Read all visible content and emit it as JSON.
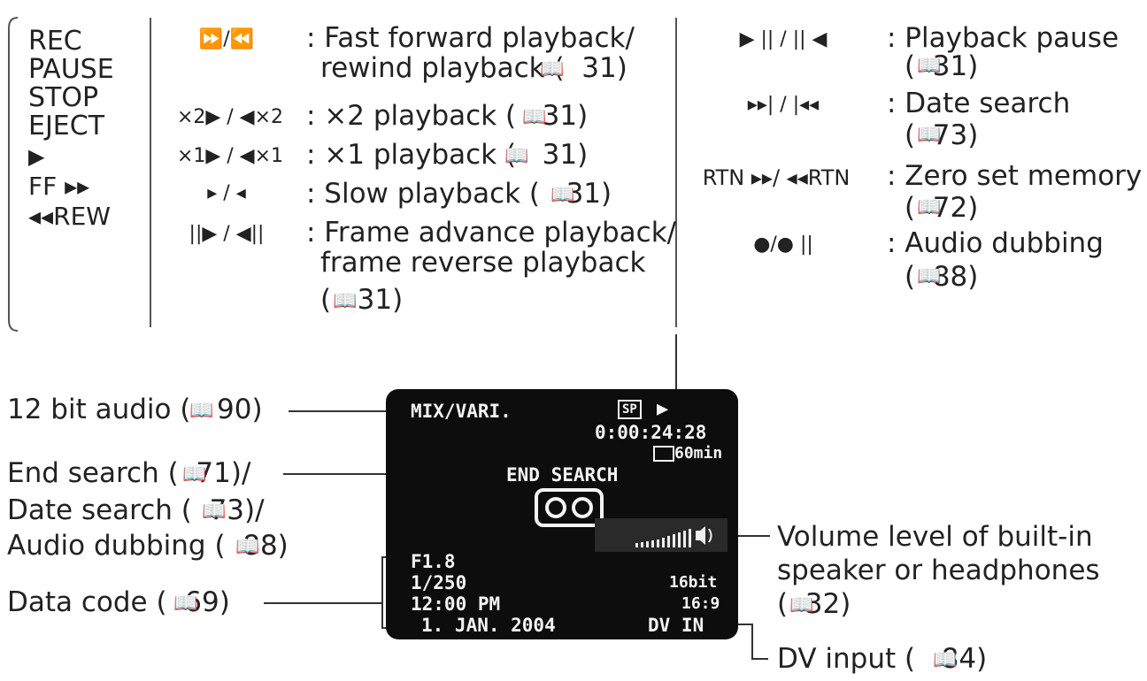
{
  "mode_list": [
    "REC",
    "PAUSE",
    "STOP",
    "EJECT",
    "▶",
    "FF ▸▸",
    "◂◂REW"
  ],
  "middle_column": [
    {
      "symbol": "⏩/⏪",
      "text": ": Fast forward playback/",
      "text2": "rewind playback (  31)"
    },
    {
      "symbol": "×2▶ / ◀×2",
      "text": ": ×2 playback  (   31)"
    },
    {
      "symbol": "×1▶ / ◀×1",
      "text": ": ×1 playback (   31)"
    },
    {
      "symbol": "▸ / ◂",
      "text": ": Slow playback (   31)"
    },
    {
      "symbol": "||▶ / ◀||",
      "text": ": Frame advance playback/",
      "text2": "frame reverse playback",
      "text3": "(   31)"
    }
  ],
  "right_column": [
    {
      "symbol": "▶ || / || ◀",
      "text": ": Playback pause",
      "text2": "(  31)"
    },
    {
      "symbol": "▸▸| / |◂◂",
      "text": ": Date search",
      "text2": "(  73)"
    },
    {
      "symbol": "RTN ▸▸/ ◂◂RTN",
      "text": ": Zero set memory",
      "text2": "(  72)"
    },
    {
      "symbol": "●/● ||",
      "text": ": Audio dubbing",
      "text2": "(  88)"
    }
  ],
  "callouts_left": {
    "audio": "12 bit audio (   90)",
    "end_search_1": "End search (  71)/",
    "end_search_2": "Date search (  73)/",
    "end_search_3": "Audio dubbing (  88)",
    "data_code": "Data code (  69)"
  },
  "callouts_right": {
    "volume_1": "Volume level of built-in",
    "volume_2": "speaker or headphones",
    "volume_3": "(  32)",
    "dv_input": "DV input (   84)"
  },
  "lcd": {
    "audio_mode": "MIX/VARI.",
    "sp": "SP",
    "play": "▶",
    "time": "0:00:24:28",
    "remaining": "60min",
    "status": "END SEARCH",
    "fnumber": "F1.8",
    "shutter": "1/250",
    "clock": "12:00 PM",
    "date": "1. JAN. 2004",
    "bits": "16bit",
    "aspect": "16:9",
    "dv_in": "DV IN"
  }
}
